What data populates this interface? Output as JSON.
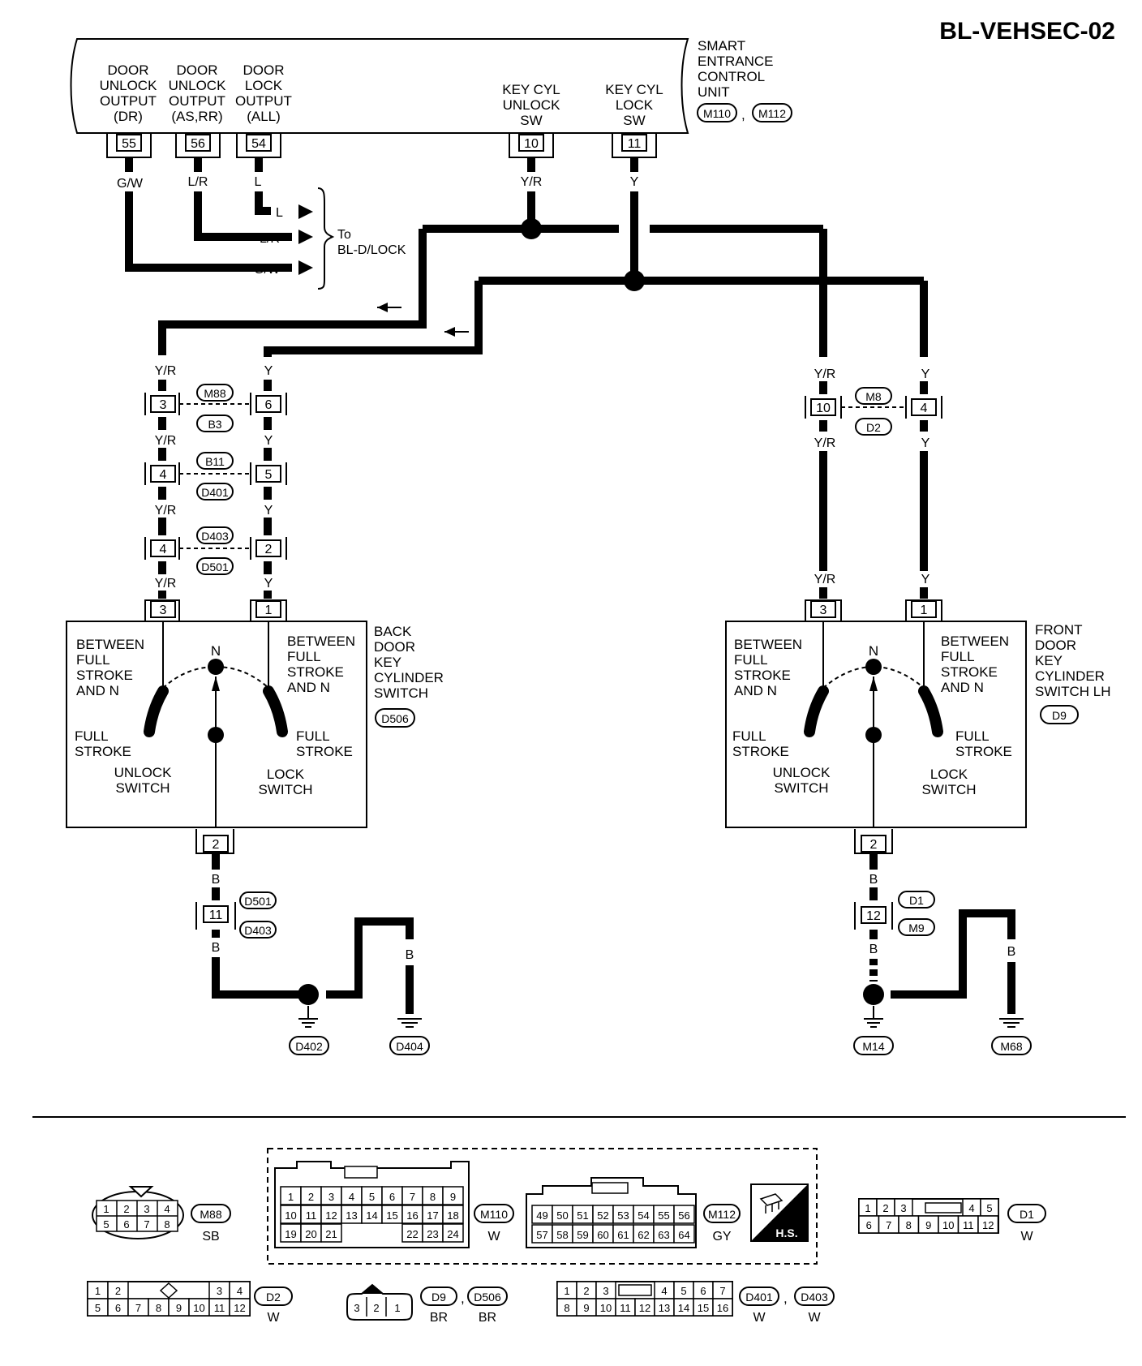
{
  "page_id": "BL-VEHSEC-02",
  "ecu": {
    "name_lines": [
      "SMART",
      "ENTRANCE",
      "CONTROL",
      "UNIT"
    ],
    "connectors": [
      "M110",
      "M112"
    ],
    "outputs": [
      {
        "lines": [
          "DOOR",
          "UNLOCK",
          "OUTPUT",
          "(DR)"
        ],
        "pin": "55",
        "wire": "G/W"
      },
      {
        "lines": [
          "DOOR",
          "UNLOCK",
          "OUTPUT",
          "(AS,RR)"
        ],
        "pin": "56",
        "wire": "L/R"
      },
      {
        "lines": [
          "DOOR",
          "LOCK",
          "OUTPUT",
          "(ALL)"
        ],
        "pin": "54",
        "wire": "L"
      },
      {
        "lines": [
          "KEY CYL",
          "UNLOCK",
          "SW"
        ],
        "pin": "10",
        "wire": "Y/R"
      },
      {
        "lines": [
          "KEY CYL",
          "LOCK",
          "SW"
        ],
        "pin": "11",
        "wire": "Y"
      }
    ]
  },
  "to_ref": {
    "lines": [
      "To",
      "BL-D/LOCK"
    ],
    "arrows": [
      "L",
      "L/R",
      "G/W"
    ]
  },
  "left_chain": {
    "yr_wire": "Y/R",
    "y_wire": "Y",
    "junctions": [
      {
        "left_pin": "3",
        "right_pin": "6",
        "conn_a": "M88",
        "conn_b": "B3"
      },
      {
        "left_pin": "4",
        "right_pin": "5",
        "conn_a": "B11",
        "conn_b": "D401"
      },
      {
        "left_pin": "4",
        "right_pin": "2",
        "conn_a": "D403",
        "conn_b": "D501"
      }
    ]
  },
  "right_chain": {
    "yr_wire": "Y/R",
    "y_wire": "Y",
    "junction": {
      "left_pin": "10",
      "right_pin": "4",
      "conn_a": "M8",
      "conn_b": "D2"
    }
  },
  "back_switch": {
    "name_lines": [
      "BACK",
      "DOOR",
      "KEY",
      "CYLINDER",
      "SWITCH"
    ],
    "connector": "D506",
    "pins": [
      "3",
      "1",
      "2"
    ],
    "labels": {
      "n": "N",
      "left_top": [
        "BETWEEN",
        "FULL",
        "STROKE",
        "AND N"
      ],
      "right_top": [
        "BETWEEN",
        "FULL",
        "STROKE",
        "AND N"
      ],
      "left_bottom": [
        "FULL",
        "STROKE"
      ],
      "right_bottom": [
        "FULL",
        "STROKE"
      ],
      "unlock": [
        "UNLOCK",
        "SWITCH"
      ],
      "lock": [
        "LOCK",
        "SWITCH"
      ]
    }
  },
  "front_switch": {
    "name_lines": [
      "FRONT",
      "DOOR",
      "KEY",
      "CYLINDER",
      "SWITCH LH"
    ],
    "connector": "D9",
    "pins": [
      "3",
      "1",
      "2"
    ],
    "labels": {
      "n": "N",
      "left_top": [
        "BETWEEN",
        "FULL",
        "STROKE",
        "AND N"
      ],
      "right_top": [
        "BETWEEN",
        "FULL",
        "STROKE",
        "AND N"
      ],
      "left_bottom": [
        "FULL",
        "STROKE"
      ],
      "right_bottom": [
        "FULL",
        "STROKE"
      ],
      "unlock": [
        "UNLOCK",
        "SWITCH"
      ],
      "lock": [
        "LOCK",
        "SWITCH"
      ]
    }
  },
  "left_ground": {
    "wire": "B",
    "pin": "11",
    "conn_a": "D501",
    "conn_b": "D403",
    "grounds": [
      "D402",
      "D404"
    ]
  },
  "right_ground": {
    "wire": "B",
    "pin": "12",
    "conn_a": "D1",
    "conn_b": "M9",
    "grounds": [
      "M14",
      "M68"
    ]
  },
  "connector_views": {
    "m88": {
      "id": "M88",
      "color": "SB",
      "rows": [
        [
          "1",
          "2",
          "3",
          "4"
        ],
        [
          "5",
          "6",
          "7",
          "8"
        ]
      ]
    },
    "m110": {
      "id": "M110",
      "color": "W",
      "rows": [
        [
          "1",
          "2",
          "3",
          "4",
          "5",
          "6",
          "7",
          "8",
          "9"
        ],
        [
          "10",
          "11",
          "12",
          "13",
          "14",
          "15",
          "16",
          "17",
          "18"
        ],
        [
          "19",
          "20",
          "21",
          "22",
          "23",
          "24"
        ]
      ]
    },
    "m112": {
      "id": "M112",
      "color": "GY",
      "rows": [
        [
          "49",
          "50",
          "51",
          "52",
          "53",
          "54",
          "55",
          "56"
        ],
        [
          "57",
          "58",
          "59",
          "60",
          "61",
          "62",
          "63",
          "64"
        ]
      ]
    },
    "hs": "H.S.",
    "d1": {
      "id": "D1",
      "color": "W",
      "rows": [
        [
          "1",
          "2",
          "3",
          "4",
          "5"
        ],
        [
          "6",
          "7",
          "8",
          "9",
          "10",
          "11",
          "12"
        ]
      ]
    },
    "d2": {
      "id": "D2",
      "color": "W",
      "rows": [
        [
          "1",
          "2",
          "3",
          "4"
        ],
        [
          "5",
          "6",
          "7",
          "8",
          "9",
          "10",
          "11",
          "12"
        ]
      ]
    },
    "d9": {
      "id": "D9",
      "color": "BR",
      "rows": [
        [
          "3",
          "2",
          "1"
        ]
      ]
    },
    "d506": {
      "id": "D506",
      "color": "BR"
    },
    "d401": {
      "id": "D401",
      "color": "W",
      "rows": [
        [
          "1",
          "2",
          "3",
          "4",
          "5",
          "6",
          "7"
        ],
        [
          "8",
          "9",
          "10",
          "11",
          "12",
          "13",
          "14",
          "15",
          "16"
        ]
      ]
    },
    "d403": {
      "id": "D403",
      "color": "W"
    }
  }
}
